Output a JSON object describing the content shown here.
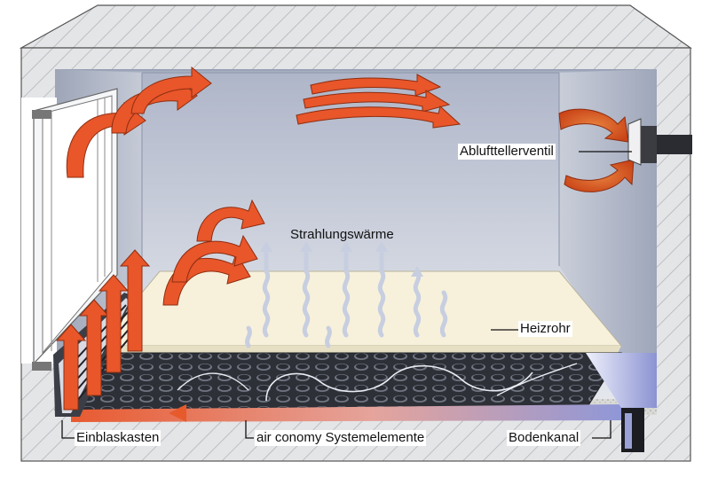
{
  "labels": {
    "exhaust_valve": "Ablufttellerventil",
    "radiant_heat": "Strahlungswärme",
    "heating_pipe": "Heizrohr",
    "inlet_box": "Einblaskasten",
    "system_elements": "air conomy Systemelemente",
    "floor_channel": "Bodenkanal"
  },
  "colors": {
    "wall": "#e3e4e6",
    "wall_hatch": "#b9bbbf",
    "room_back": "#bcc2d2",
    "floor_top": "#f7f1dc",
    "grid_dark": "#2b2d33",
    "warm_arrow": "#e8562a",
    "cool_air": "#8d97d6",
    "vapor": "#c9d0e2"
  },
  "icons": [
    "warm-air-arrow-icon",
    "radiant-heat-wave-icon",
    "exhaust-valve-icon"
  ]
}
